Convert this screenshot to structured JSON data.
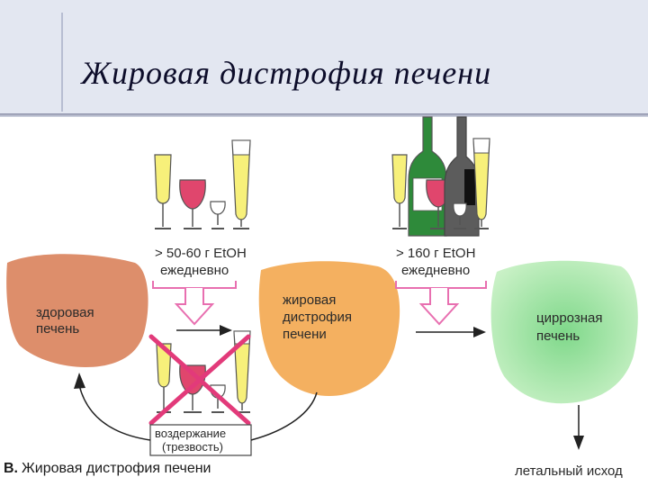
{
  "slide": {
    "title": "Жировая дистрофия печени"
  },
  "diagram": {
    "intake_low": {
      "line1": "> 50-60 г EtOH",
      "line2": "ежедневно"
    },
    "intake_high": {
      "line1": "> 160 г EtOH",
      "line2": "ежедневно"
    },
    "healthy_liver": {
      "line1": "здоровая",
      "line2": "печень",
      "color": "#d7815a"
    },
    "fatty_liver": {
      "line1": "жировая",
      "line2": "дистрофия",
      "line3": "печени",
      "color": "#f3b05f"
    },
    "cirrhotic_liver": {
      "line1": "циррозная",
      "line2": "печень",
      "color": "#9ee39c"
    },
    "abstinence": {
      "line1": "воздержание",
      "line2": "(трезвость)"
    },
    "outcome": "летальный исход",
    "caption_prefix": "В.",
    "caption_text": "Жировая дистрофия печени"
  }
}
